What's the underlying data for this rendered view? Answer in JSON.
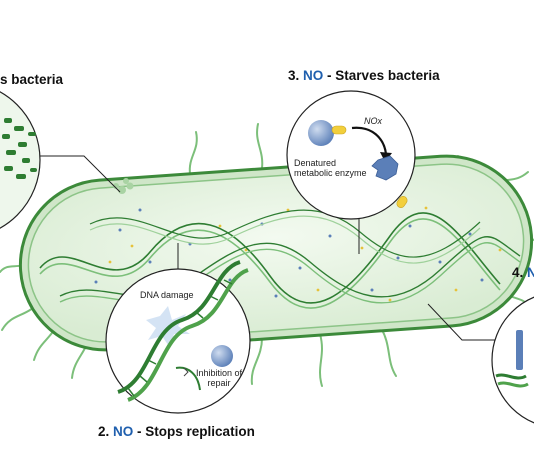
{
  "headings": {
    "starves_left": "s bacteria",
    "starves": {
      "number": "3.",
      "no": "NO",
      "rest": "- Starves bacteria"
    },
    "replication": {
      "number": "2.",
      "no": "NO",
      "rest": "- Stops replication"
    },
    "right_partial": {
      "number": "4.",
      "no": "N"
    }
  },
  "callouts": {
    "starves": {
      "nox_label": "NOx",
      "enzyme_label_line1": "Denatured",
      "enzyme_label_line2": "metabolic enzyme"
    },
    "replication": {
      "damage_label": "DNA damage",
      "repair_label_line1": "Inhibition of",
      "repair_label_line2": "repair"
    }
  },
  "colors": {
    "no_blue": "#1f5fae",
    "cell_fill": "#e7f3e3",
    "cell_outline": "#3c8a3a",
    "dna_green": "#2e7d32",
    "enzyme_blue": "#5b7fb8",
    "cofactor_yellow": "#f2cf3c"
  }
}
